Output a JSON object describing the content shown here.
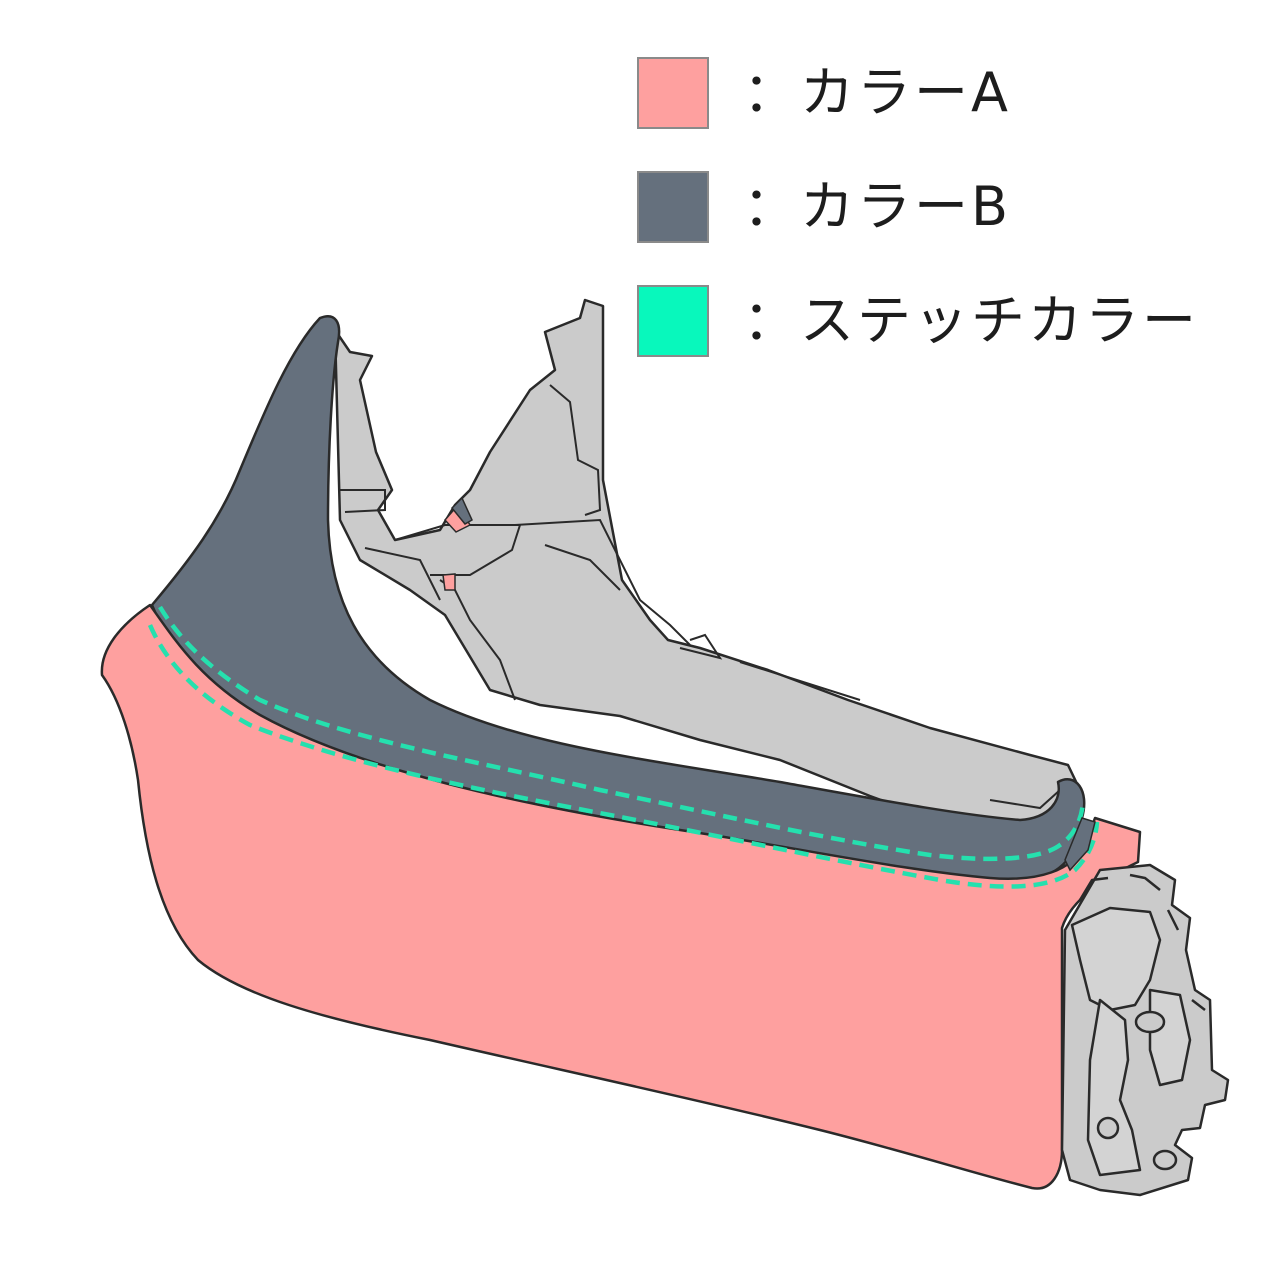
{
  "legend": {
    "items": [
      {
        "label": "：カラーA",
        "color": "#fea09f",
        "icon": "color-a-swatch"
      },
      {
        "label": "：カラーB",
        "color": "#65707d",
        "icon": "color-b-swatch"
      },
      {
        "label": "：ステッチカラー",
        "color": "#08f8bc",
        "icon": "stitch-color-swatch"
      }
    ]
  },
  "colors": {
    "color_a": "#fea09f",
    "color_b": "#65707d",
    "stitch": "#25e0ae",
    "frame": "#cbcbcb",
    "outline": "#2a2a2a"
  }
}
